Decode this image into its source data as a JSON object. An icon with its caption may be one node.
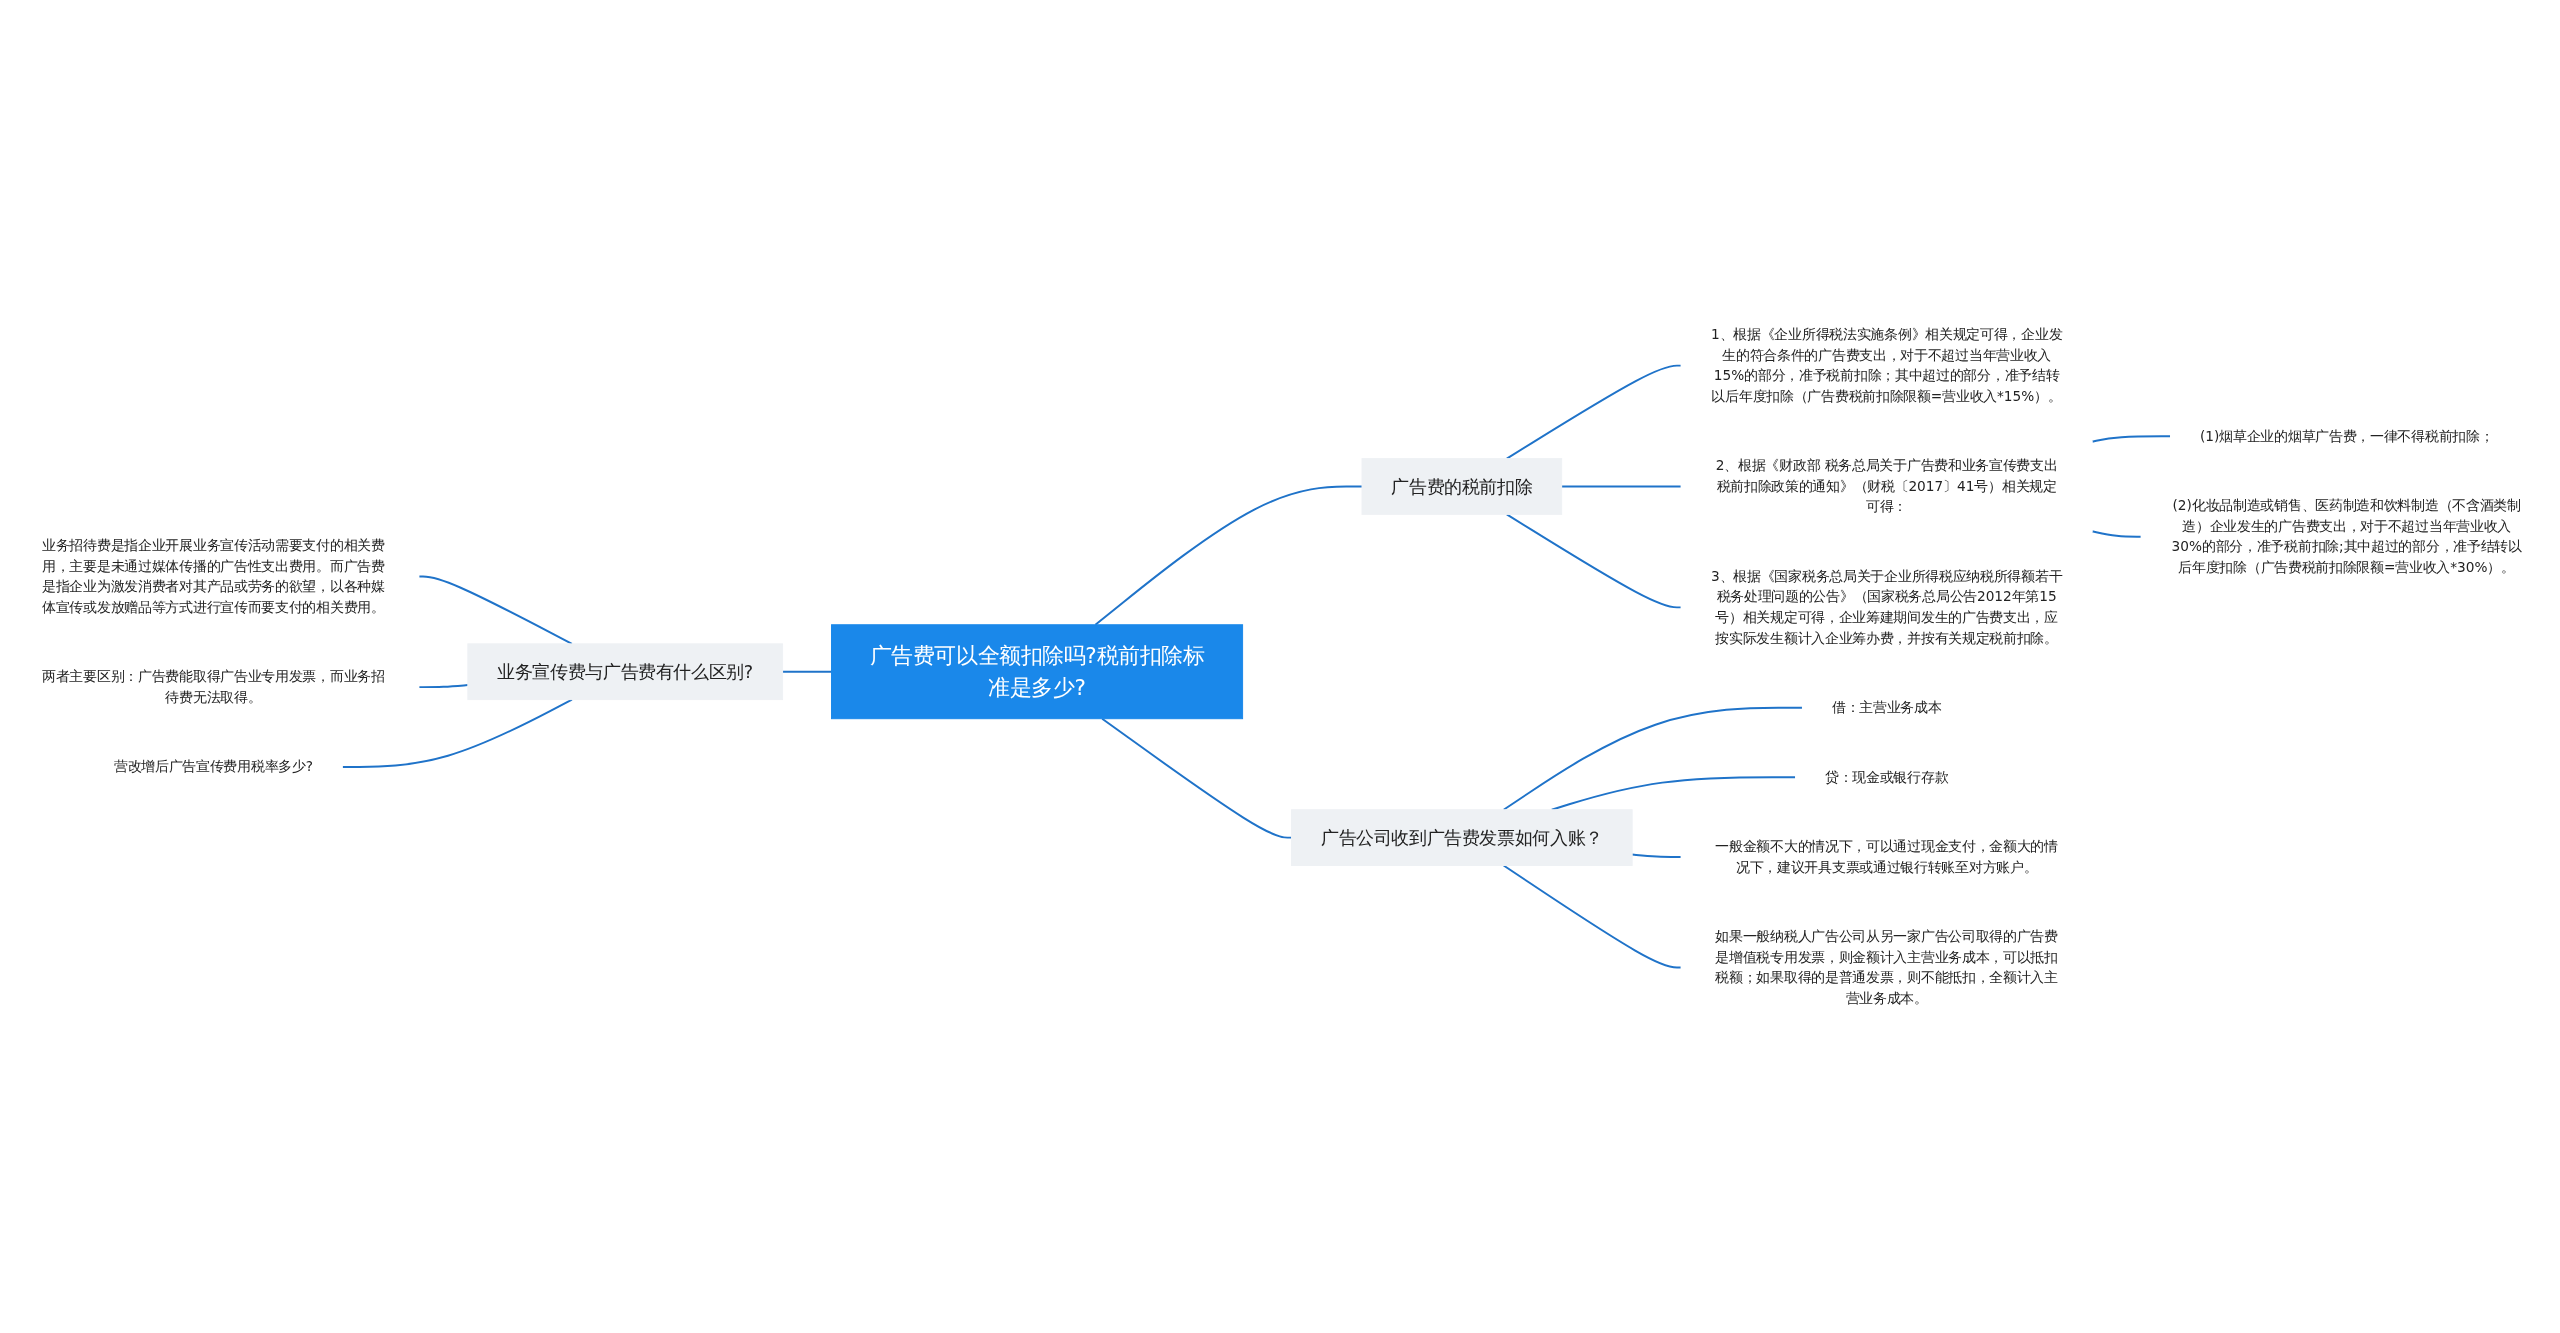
{
  "diagram": {
    "nodes": [
      {
        "text": [
          "广告费可以全额扣除吗?税前扣除标准是多少?"
        ]
      },
      {
        "text": [
          "广告费的税前扣除"
        ]
      },
      {
        "text": [
          "1、根据《企业所得税法实施条例》相关规定可得，企业发生的符合条件的广告费支出，对于不超过当年营业收入15%的部分，准予税前扣除；其中超过的部分，准予结转以后年度扣除（广告费税前扣除限额=营业收入*15%）。"
        ]
      },
      {
        "text": [
          "2、根据《财政部 税务总局关于广告费和业务宣传费支出税前扣除政策的通知》（财税〔2017〕41号）相关规定可得："
        ]
      },
      {
        "text": [
          "(1)烟草企业的烟草广告费，一律不得税前扣除；"
        ]
      },
      {
        "text": [
          "(2)化妆品制造或销售、医药制造和饮料制造（不含酒类制造）企业发生的广告费支出，对于不超过当年营业收入30%的部分，准予税前扣除;其中超过的部分，准予结转以后年度扣除（广告费税前扣除限额=营业收入*30%）。"
        ]
      },
      {
        "text": [
          "3、根据《国家税务总局关于企业所得税应纳税所得额若干税务处理问题的公告》（国家税务总局公告2012年第15号）相关规定可得，企业筹建期间发生的广告费支出，应按实际发生额计入企业筹办费，并按有关规定税前扣除。"
        ]
      },
      {
        "text": [
          "广告公司收到广告费发票如何入账？"
        ]
      },
      {
        "text": [
          "借：主营业务成本"
        ]
      },
      {
        "text": [
          "贷：现金或银行存款"
        ]
      },
      {
        "text": [
          "一般金额不大的情况下，可以通过现金支付，金额大的情况下，建议开具支票或通过银行转账至对方账户。"
        ]
      },
      {
        "text": [
          "如果一般纳税人广告公司从另一家广告公司取得的广告费是增值税专用发票，则金额计入主营业务成本，可以抵扣税额；如果取得的是普通发票，则不能抵扣，全额计入主营业务成本。"
        ]
      },
      {
        "text": [
          "业务宣传费与广告费有什么区别?"
        ]
      },
      {
        "text": [
          "业务招待费是指企业开展业务宣传活动需要支付的相关费用，主要是未通过媒体传播的广告性支出费用。而广告费是指企业为激发消费者对其产品或劳务的欲望，以各种媒体宣传或发放赠品等方式进行宣传而要支付的相关费用。"
        ]
      },
      {
        "text": [
          "两者主要区别：广告费能取得广告业专用发票，而业务招待费无法取得。"
        ]
      },
      {
        "text": [
          "营改增后广告宣传费用税率多少?"
        ]
      }
    ],
    "edges": [
      {
        "from": 0,
        "to": 1,
        "arrow": "none"
      },
      {
        "from": 1,
        "to": 2,
        "arrow": "none"
      },
      {
        "from": 1,
        "to": 3,
        "arrow": "none"
      },
      {
        "from": 3,
        "to": 4,
        "arrow": "none"
      },
      {
        "from": 3,
        "to": 5,
        "arrow": "none"
      },
      {
        "from": 1,
        "to": 6,
        "arrow": "none"
      },
      {
        "from": 0,
        "to": 7,
        "arrow": "none"
      },
      {
        "from": 7,
        "to": 8,
        "arrow": "none"
      },
      {
        "from": 7,
        "to": 9,
        "arrow": "none"
      },
      {
        "from": 7,
        "to": 10,
        "arrow": "none"
      },
      {
        "from": 7,
        "to": 11,
        "arrow": "none"
      },
      {
        "from": 0,
        "to": 12,
        "arrow": "none"
      },
      {
        "from": 12,
        "to": 13,
        "arrow": "none"
      },
      {
        "from": 12,
        "to": 14,
        "arrow": "none"
      },
      {
        "from": 12,
        "to": 15,
        "arrow": "none"
      }
    ]
  }
}
